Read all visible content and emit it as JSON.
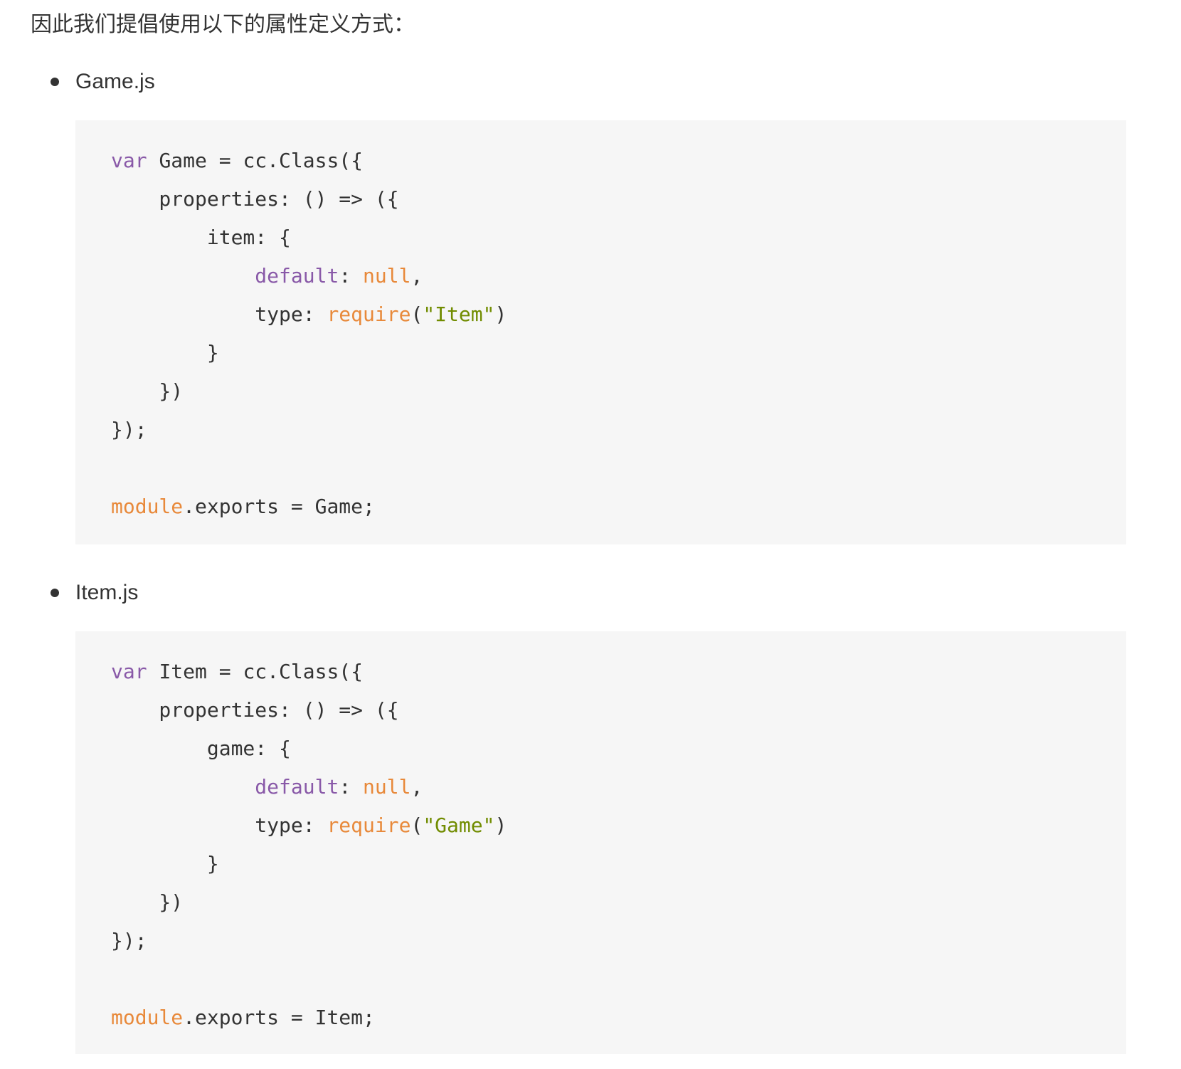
{
  "intro": "因此我们提倡使用以下的属性定义方式：",
  "colors": {
    "keyword": "#8959a8",
    "literal": "#e8893a",
    "string": "#718c00",
    "code_bg": "#f6f6f6"
  },
  "files": [
    {
      "label": "Game.js",
      "class_name": "Game",
      "prop": "item",
      "required": "\"Item\""
    },
    {
      "label": "Item.js",
      "class_name": "Item",
      "prop": "game",
      "required": "\"Game\""
    }
  ],
  "code": {
    "var": "var",
    "eq_class": " = cc.Class({",
    "properties": "    properties: () => ({",
    "prop_open": ": {",
    "default_kw": "default",
    "colon": ": ",
    "null": "null",
    "comma": ",",
    "type": "            type: ",
    "require": "require",
    "close_obj": "        }",
    "close_props": "    })",
    "close_class": "});",
    "module": "module",
    "exports": ".exports = ",
    "semi": ";"
  }
}
